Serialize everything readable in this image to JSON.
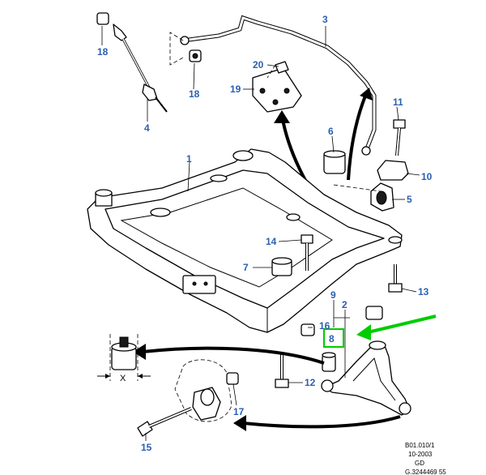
{
  "callouts": [
    {
      "id": "18a",
      "label": "18"
    },
    {
      "id": "4",
      "label": "4"
    },
    {
      "id": "18b",
      "label": "18"
    },
    {
      "id": "3",
      "label": "3"
    },
    {
      "id": "20",
      "label": "20"
    },
    {
      "id": "19",
      "label": "19"
    },
    {
      "id": "11",
      "label": "11"
    },
    {
      "id": "6",
      "label": "6"
    },
    {
      "id": "10",
      "label": "10"
    },
    {
      "id": "5",
      "label": "5"
    },
    {
      "id": "1",
      "label": "1"
    },
    {
      "id": "14",
      "label": "14"
    },
    {
      "id": "7",
      "label": "7"
    },
    {
      "id": "13",
      "label": "13"
    },
    {
      "id": "2",
      "label": "2"
    },
    {
      "id": "9",
      "label": "9"
    },
    {
      "id": "16",
      "label": "16"
    },
    {
      "id": "8",
      "label": "8"
    },
    {
      "id": "12",
      "label": "12"
    },
    {
      "id": "17",
      "label": "17"
    },
    {
      "id": "15",
      "label": "15"
    }
  ],
  "dimension_label": "X",
  "reference_block": {
    "line1": "B01.010/1",
    "line2": "10-2003",
    "line3": "GD",
    "line4": "G.3244469 55"
  },
  "colors": {
    "callout": "#2a5fb0",
    "highlight": "#00cc00",
    "line": "#000000"
  }
}
